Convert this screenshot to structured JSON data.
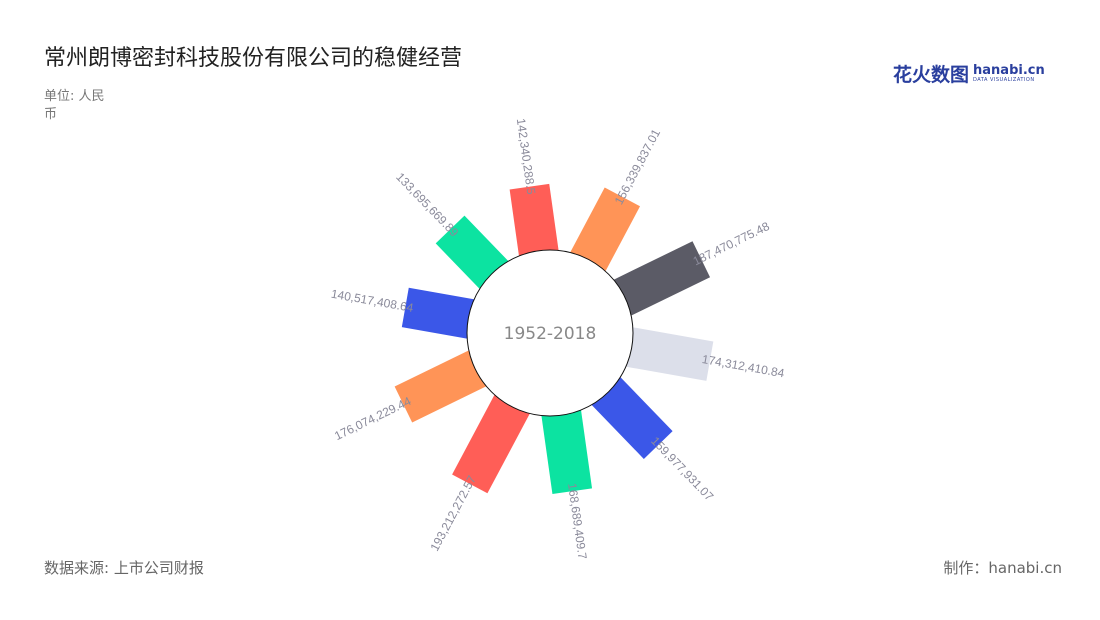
{
  "title": "常州朗博密封科技股份有限公司的稳健经营",
  "unit": "单位: 人民币",
  "source": "数据来源: 上市公司财报",
  "credit": "制作：hanabi.cn",
  "logo": {
    "cn": "花火数图",
    "en": "hanabi.cn",
    "sub": "DATA VISUALIZATION"
  },
  "chart_data": {
    "type": "polar-bar",
    "center_label": "1952-2018",
    "labels": [
      "142,340,288.5",
      "156,339,837.01",
      "187,470,775.48",
      "174,312,410.84",
      "159,977,931.07",
      "168,689,409.7",
      "193,212,272.57",
      "176,074,229.44",
      "140,517,408.64",
      "133,695,669.89"
    ],
    "values": [
      142340288.5,
      156339837.01,
      187470775.48,
      174312410.84,
      159977931.07,
      168689409.7,
      193212272.57,
      176074229.44,
      140517408.64,
      133695669.89
    ],
    "colors": [
      "#ff5e57",
      "#ff9457",
      "#5b5b66",
      "#dcdfea",
      "#3b57e8",
      "#0ce3a1",
      "#ff5e57",
      "#ff9457",
      "#3b57e8",
      "#0ce3a1"
    ]
  }
}
